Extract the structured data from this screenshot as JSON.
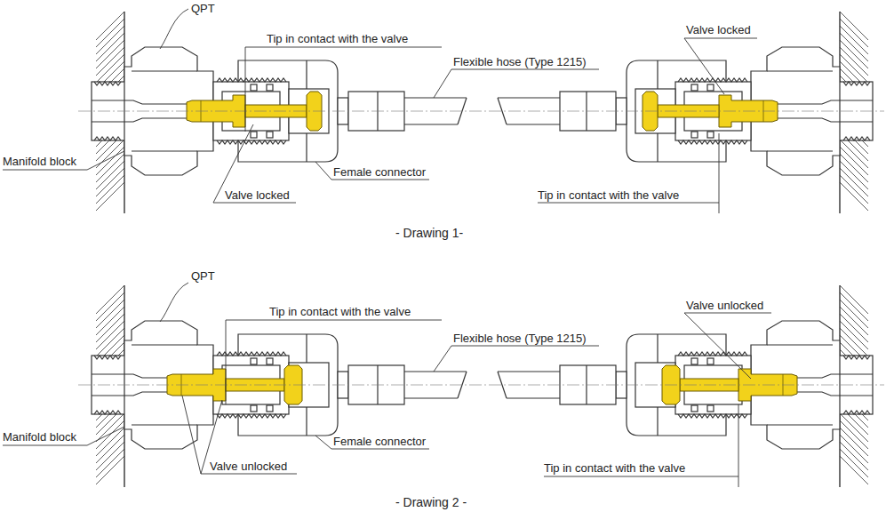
{
  "diagram": {
    "labels": [
      "QPT",
      "Tip in contact with the valve",
      "Flexible hose (Type 1215)",
      "Valve locked",
      "Manifold block",
      "Female connector",
      "Valve locked",
      "Tip in contact with the valve",
      "- Drawing 1-",
      "QPT",
      "Tip in contact with the valve",
      "Flexible hose (Type 1215)",
      "Valve unlocked",
      "Manifold block",
      "Female connector",
      "Valve unlocked",
      "Tip in contact with the valve",
      "- Drawing 2 -"
    ]
  }
}
